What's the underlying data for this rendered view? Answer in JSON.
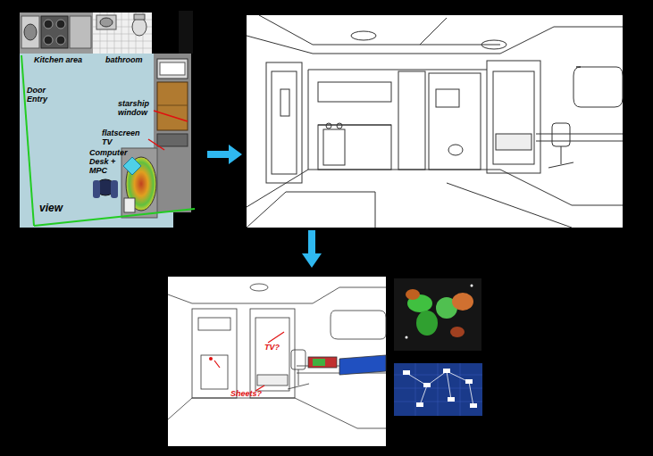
{
  "diagram": {
    "labels": [
      "Kitchen area",
      "bathroom",
      "Door Entry",
      "starship window",
      "flatscreen TV",
      "Computer Desk + MPC",
      "view",
      "TV?",
      "Sheets?"
    ]
  }
}
